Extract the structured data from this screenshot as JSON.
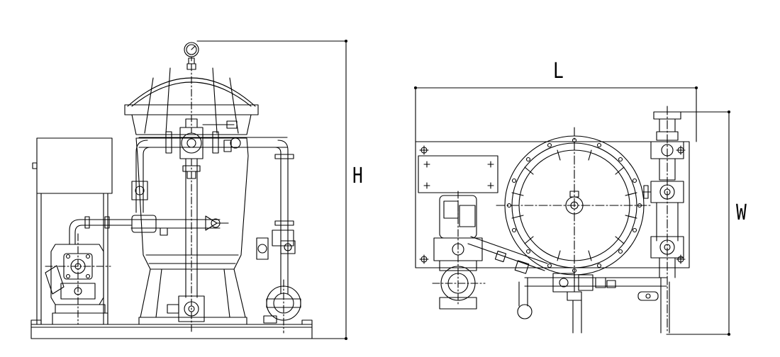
{
  "diagram": {
    "labels": {
      "height": "H",
      "length": "L",
      "width": "W"
    },
    "colors": {
      "line": "#000000",
      "background": "#ffffff",
      "centerline": "#444444"
    }
  }
}
